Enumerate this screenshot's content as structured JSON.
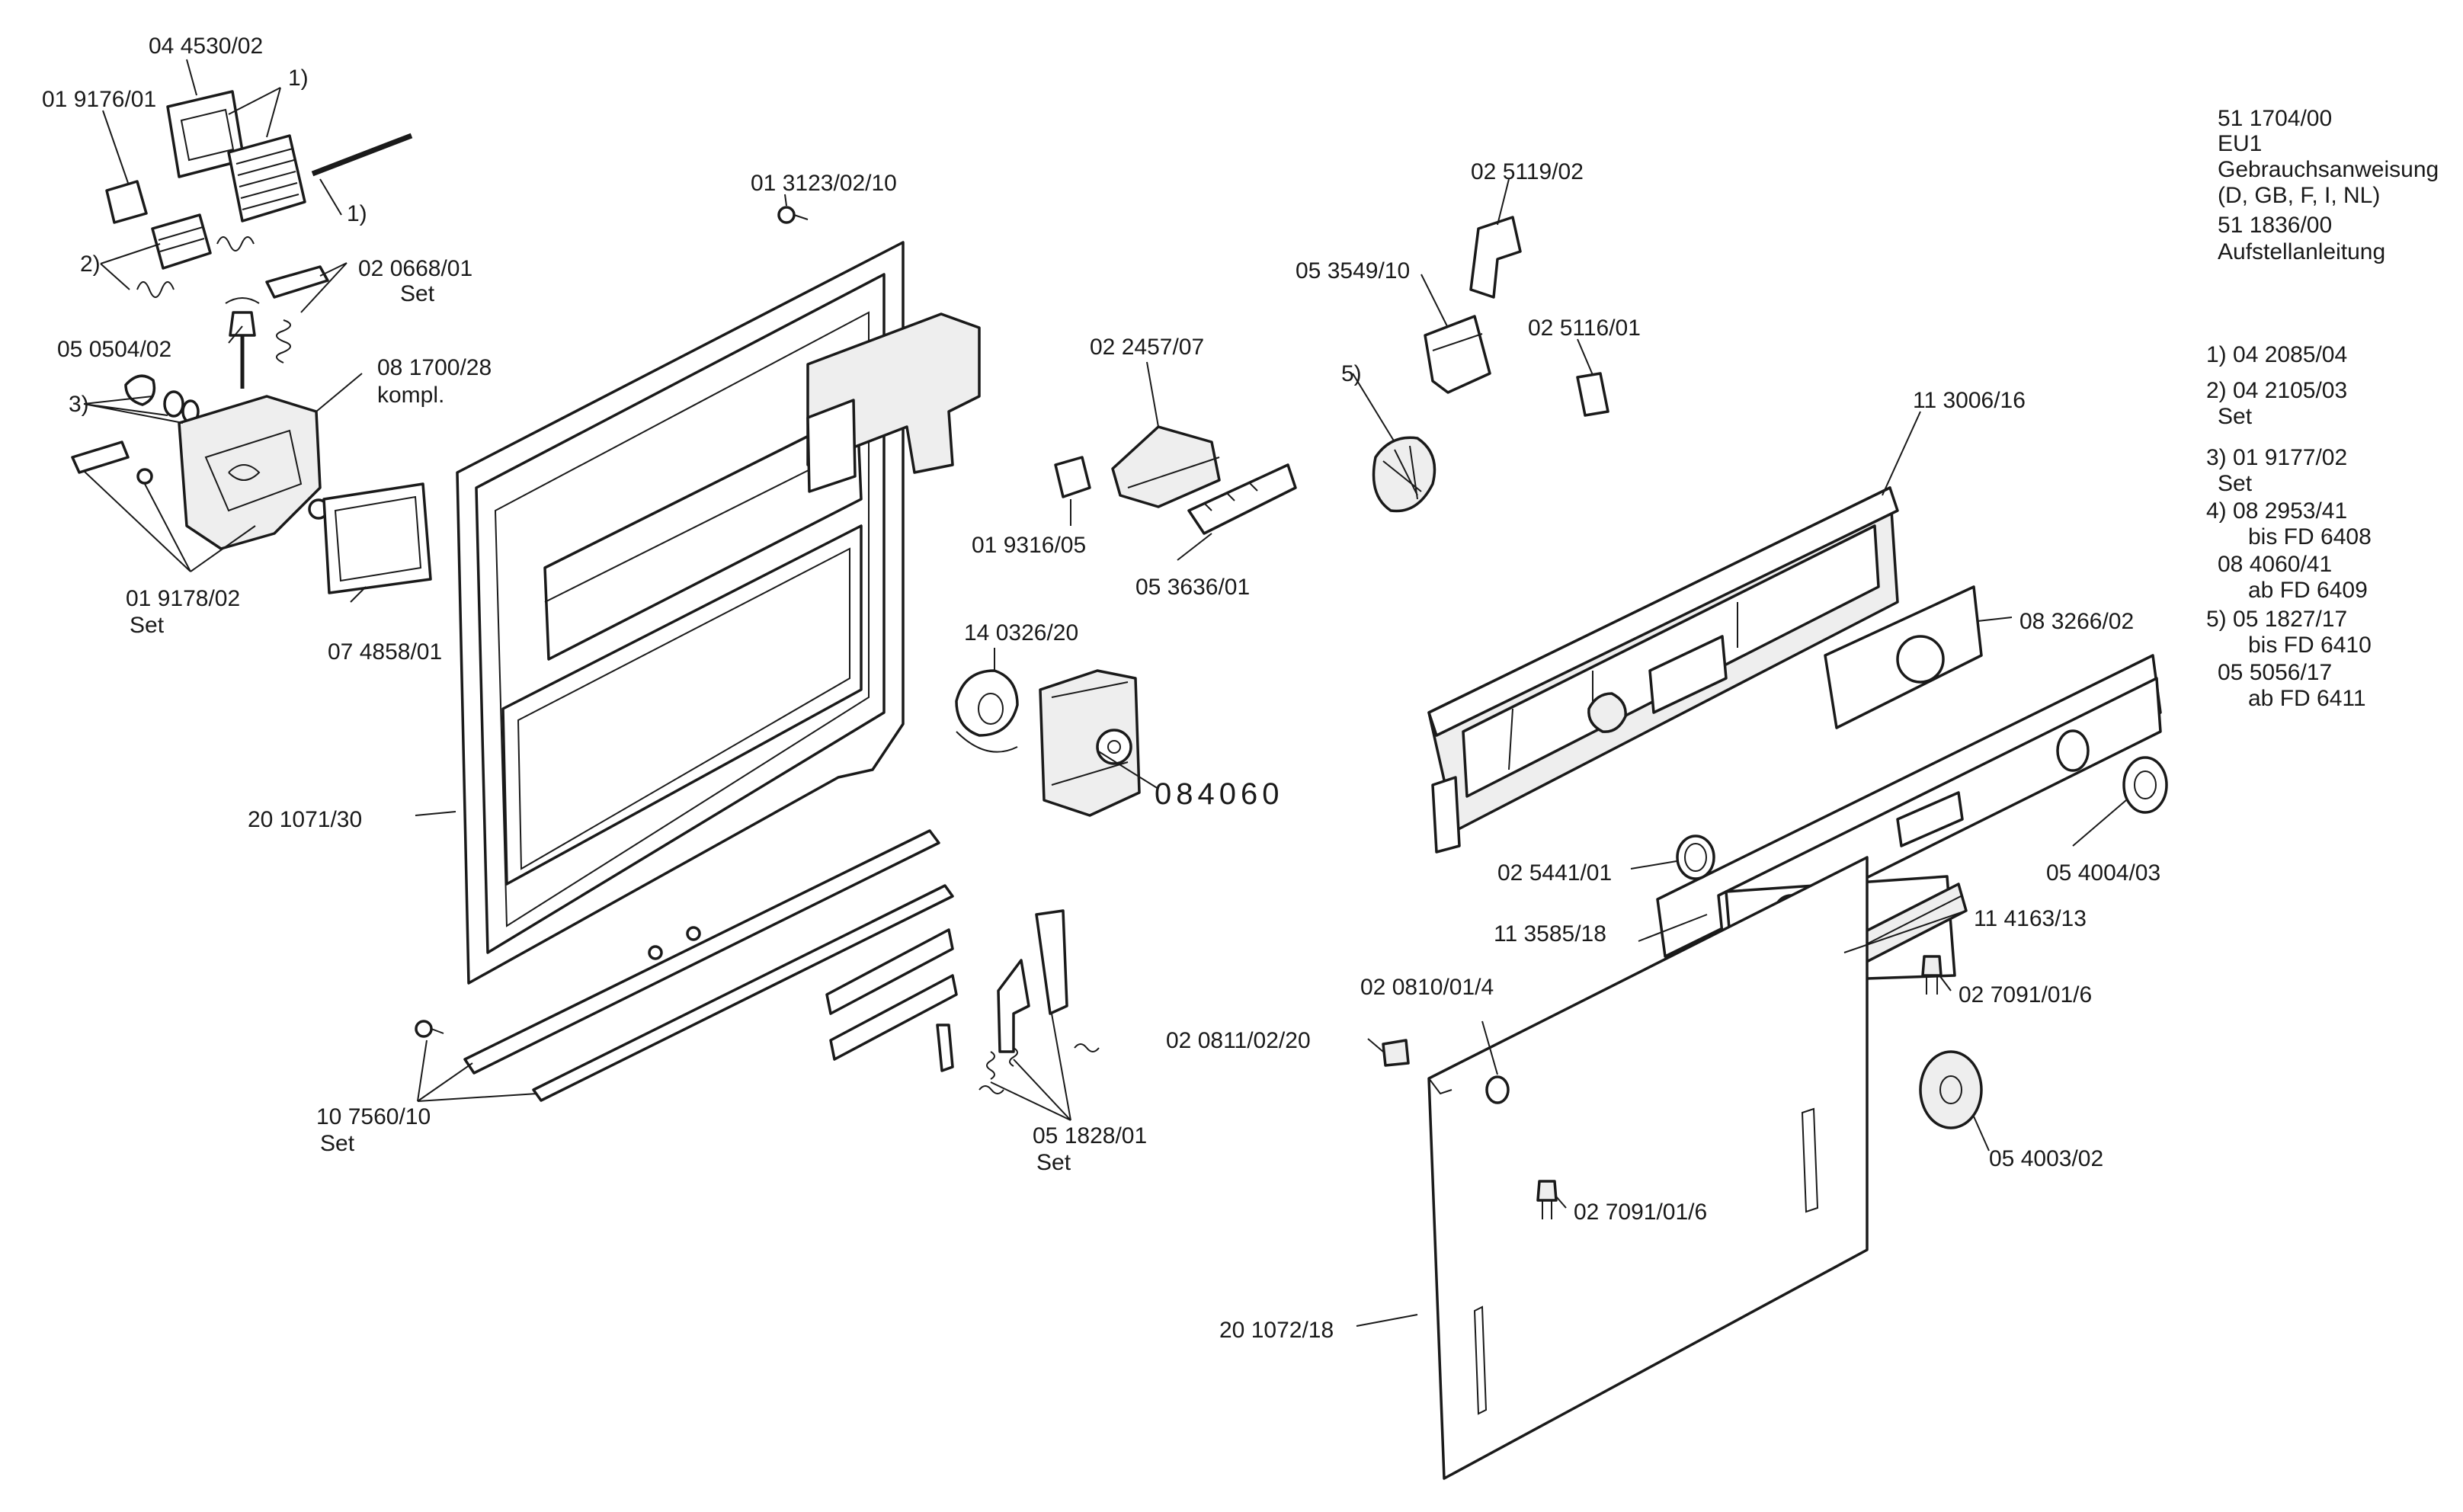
{
  "diagram": {
    "part_labels": {
      "p_044530_02": "04 4530/02",
      "p_019176_01": "01 9176/01",
      "n1a": "1)",
      "n1b": "1)",
      "n2": "2)",
      "n3": "3)",
      "n5": "5)",
      "p_020668_01": "02 0668/01",
      "p_020668_01_set": "Set",
      "p_050504_02": "05 0504/02",
      "p_081700_28": "08 1700/28",
      "p_081700_28_kompl": "kompl.",
      "p_019178_02": "01 9178/02",
      "p_019178_02_set": "Set",
      "p_074858_01": "07 4858/01",
      "p_013123_02_10": "01 3123/02/10",
      "p_201071_30": "20 1071/30",
      "p_107560_10": "10 7560/10",
      "p_107560_10_set": "Set",
      "p_022457_07": "02 2457/07",
      "p_019316_05": "01 9316/05",
      "p_053636_01": "05 3636/01",
      "p_140326_20": "14 0326/20",
      "p_084060": "084060",
      "p_051828_01": "05 1828/01",
      "p_051828_01_set": "Set",
      "p_025119_02": "02 5119/02",
      "p_053549_10": "05 3549/10",
      "p_025116_01": "02 5116/01",
      "p_113006_16": "11 3006/16",
      "p_083266_02": "08 3266/02",
      "p_025441_01": "02 5441/01",
      "p_054004_03": "05 4004/03",
      "p_113585_18": "11 3585/18",
      "p_114163_13": "11 4163/13",
      "p_020810_01_4": "02 0810/01/4",
      "p_027091_01_6_a": "02 7091/01/6",
      "p_020811_02_20": "02 0811/02/20",
      "p_054003_02": "05 4003/02",
      "p_027091_01_6_b": "02 7091/01/6",
      "p_201072_18": "20 1072/18"
    },
    "notes": [
      "51 1704/00",
      "EU1",
      "Gebrauchsanweisung",
      "(D, GB, F, I, NL)",
      "51 1836/00",
      "Aufstellanleitung"
    ],
    "footnotes": [
      "1) 04 2085/04",
      "2) 04 2105/03",
      "Set",
      "3) 01 9177/02",
      "Set",
      "4) 08 2953/41",
      "bis FD 6408",
      "08 4060/41",
      "ab FD 6409",
      "5) 05 1827/17",
      "bis FD 6410",
      "05 5056/17",
      "ab FD 6411"
    ]
  }
}
